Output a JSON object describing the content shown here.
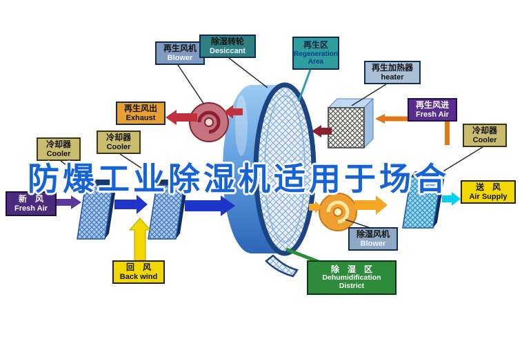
{
  "title": {
    "text": "防爆工业除湿机适用于场合",
    "color": "#1663D6"
  },
  "labels": {
    "blower_top": {
      "cn": "再生风机",
      "en": "Blower",
      "bg": "#7F9CC0"
    },
    "desiccant": {
      "cn": "除湿转轮",
      "en": "Desiccant",
      "bg": "#2F8080"
    },
    "regen_area": {
      "cn": "再生区",
      "en": "Regeneration Area",
      "bg": "#2E9E9E"
    },
    "heater": {
      "cn": "再生加热器",
      "en": "heater",
      "bg": "#A9BFD6"
    },
    "exhaust": {
      "cn": "再生风出",
      "en": "Exhaust",
      "bg": "#E8A030"
    },
    "fresh_air_right": {
      "cn": "再生风进",
      "en": "Fresh Air",
      "bg": "#5A2E8E"
    },
    "cooler_left_upper": {
      "cn": "冷却器",
      "en": "Cooler",
      "bg": "#C9BC6E"
    },
    "cooler_far_left": {
      "cn": "冷却器",
      "en": "Cooler",
      "bg": "#C9BC6E"
    },
    "cooler_right": {
      "cn": "冷却器",
      "en": "Cooler",
      "bg": "#C9BC6E"
    },
    "fresh_air_left": {
      "cn": "新　风",
      "en": "Fresh Air",
      "bg": "#4B2B80"
    },
    "back_wind": {
      "cn": "回　风",
      "en": "Back wind",
      "bg": "#F0D800"
    },
    "air_supply": {
      "cn": "送　风",
      "en": "Air Supply",
      "bg": "#F0D800"
    },
    "blower_bottom": {
      "cn": "除湿风机",
      "en": "Blower",
      "bg": "#8FA8C4"
    },
    "dehumid_district": {
      "cn": "除　湿　区",
      "en": "Dehumidification District",
      "bg": "#2E8B3A"
    }
  },
  "colors": {
    "process_arrow_blue": "#1F35C8",
    "fresh_air_arrow_purple": "#5B3A9E",
    "return_air_arrow_yellow": "#F2D800",
    "supply_arrow_cyan": "#00CFEF",
    "regen_hot_arrow_red": "#C23040",
    "regen_return_arrow_darkred": "#8B2030",
    "regen_intake_arrow_orange": "#E07818",
    "process_out_arrow_orange": "#F5A623",
    "rotor_rim_blue": "#1B4480",
    "exchanger_top_navy": "#16396F",
    "dehumid_line_green": "#2E8B3A"
  }
}
